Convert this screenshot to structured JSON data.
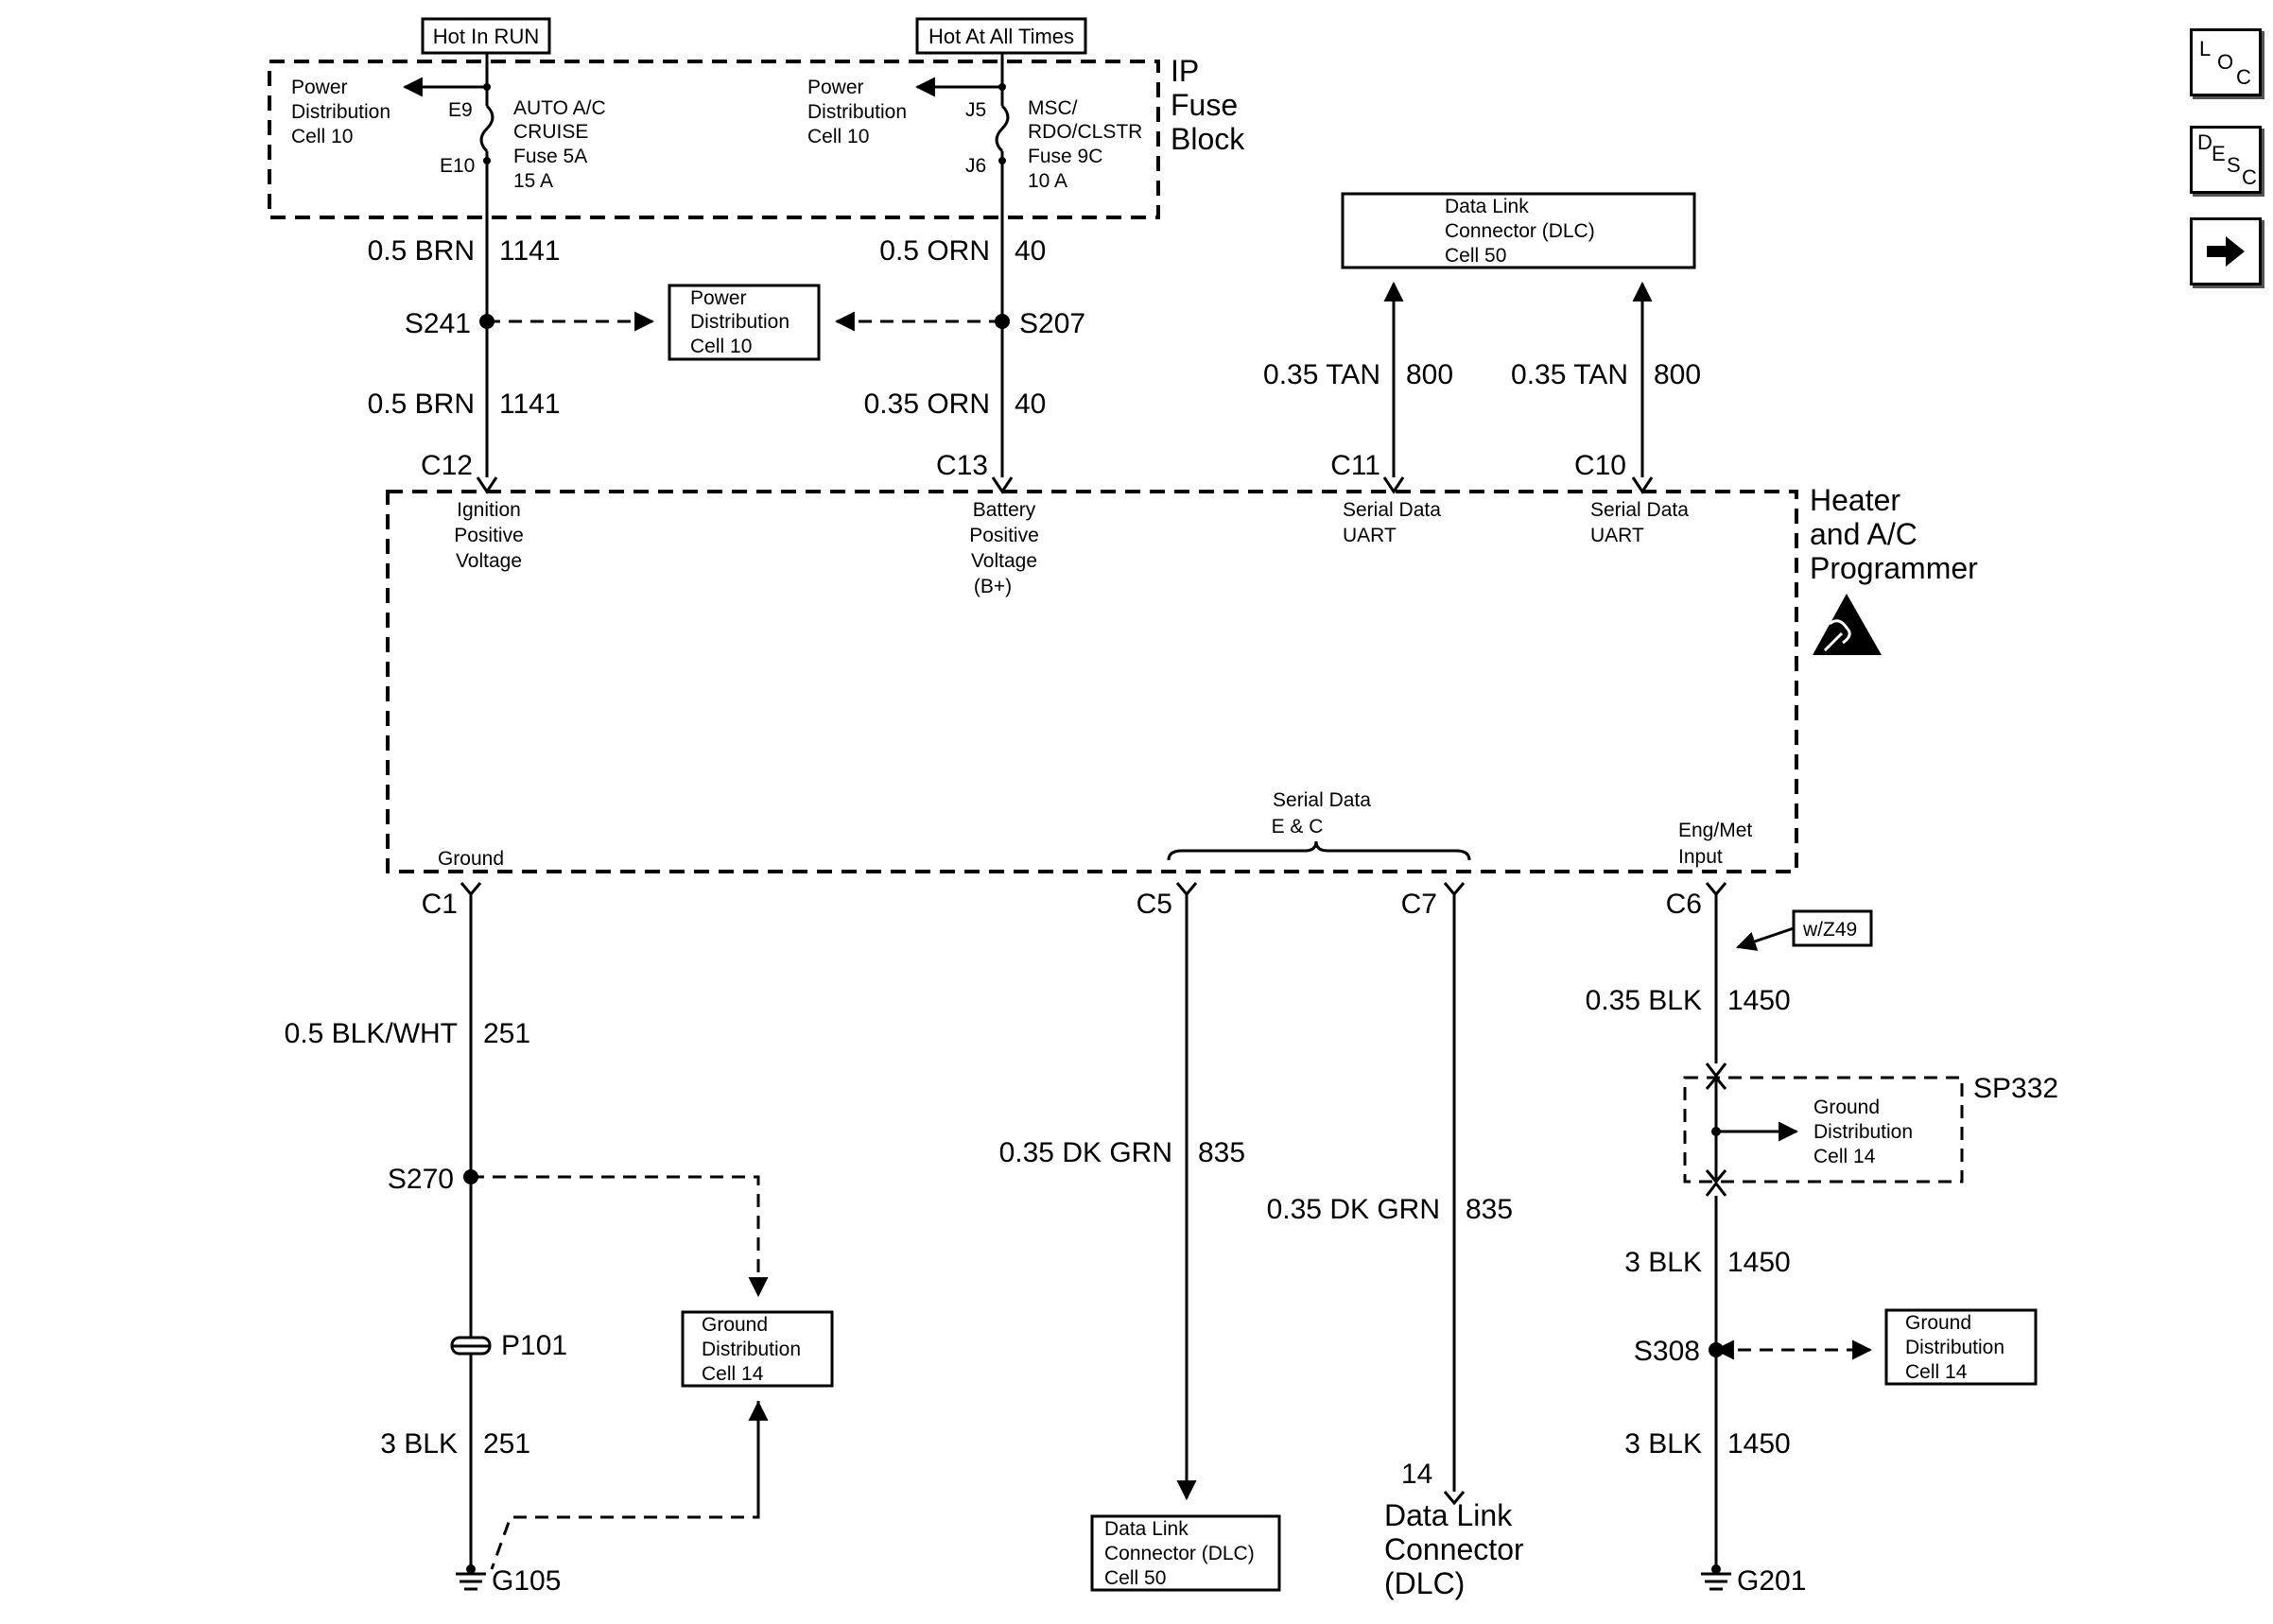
{
  "fuse_block": {
    "hot_in_run": "Hot In RUN",
    "hot_at_all_times": "Hot At All Times",
    "title_l1": "IP",
    "title_l2": "Fuse",
    "title_l3": "Block",
    "left_pd_l1": "Power",
    "left_pd_l2": "Distribution",
    "left_pd_l3": "Cell 10",
    "right_pd_l1": "Power",
    "right_pd_l2": "Distribution",
    "right_pd_l3": "Cell 10",
    "pin_e9": "E9",
    "pin_e10": "E10",
    "pin_j5": "J5",
    "pin_j6": "J6",
    "fuse5_l1": "AUTO A/C",
    "fuse5_l2": "CRUISE",
    "fuse5_l3": "Fuse 5A",
    "fuse5_l4": "15 A",
    "fuse9_l1": "MSC/",
    "fuse9_l2": "RDO/CLSTR",
    "fuse9_l3": "Fuse 9C",
    "fuse9_l4": "10 A"
  },
  "wires": {
    "brn_top_color": "0.5 BRN",
    "brn_top_num": "1141",
    "orn_top_color": "0.5 ORN",
    "orn_top_num": "40",
    "brn_bot_color": "0.5 BRN",
    "brn_bot_num": "1141",
    "orn_bot_color": "0.35 ORN",
    "orn_bot_num": "40",
    "tan1_color": "0.35 TAN",
    "tan1_num": "800",
    "tan2_color": "0.35 TAN",
    "tan2_num": "800",
    "blkwht_color": "0.5 BLK/WHT",
    "blkwht_num": "251",
    "blk251_color": "3 BLK",
    "blk251_num": "251",
    "dkgrn1_color": "0.35 DK GRN",
    "dkgrn1_num": "835",
    "dkgrn2_color": "0.35 DK GRN",
    "dkgrn2_num": "835",
    "blk1450a_color": "0.35 BLK",
    "blk1450a_num": "1450",
    "blk1450b_color": "3 BLK",
    "blk1450b_num": "1450",
    "blk1450c_color": "3 BLK",
    "blk1450c_num": "1450"
  },
  "splices": {
    "s241": "S241",
    "s207": "S207",
    "s270": "S270",
    "s308": "S308",
    "p101": "P101",
    "sp332": "SP332",
    "g105": "G105",
    "g201": "G201"
  },
  "boxes": {
    "pd_mid_l1": "Power",
    "pd_mid_l2": "Distribution",
    "pd_mid_l3": "Cell 10",
    "dlc_top_l1": "Data Link",
    "dlc_top_l2": "Connector (DLC)",
    "dlc_top_l3": "Cell 50",
    "gd_left_l1": "Ground",
    "gd_left_l2": "Distribution",
    "gd_left_l3": "Cell 14",
    "dlc_bot_l1": "Data Link",
    "dlc_bot_l2": "Connector (DLC)",
    "dlc_bot_l3": "Cell 50",
    "gd_right_l1": "Ground",
    "gd_right_l2": "Distribution",
    "gd_right_l3": "Cell 14",
    "gd_sp_l1": "Ground",
    "gd_sp_l2": "Distribution",
    "gd_sp_l3": "Cell 14",
    "wz49": "w/Z49"
  },
  "module": {
    "name_l1": "Heater",
    "name_l2": "and A/C",
    "name_l3": "Programmer",
    "c12": "C12",
    "c13": "C13",
    "c11": "C11",
    "c10": "C10",
    "c1": "C1",
    "c5": "C5",
    "c7": "C7",
    "c6": "C6",
    "ign_l1": "Ignition",
    "ign_l2": "Positive",
    "ign_l3": "Voltage",
    "bat_l1": "Battery",
    "bat_l2": "Positive",
    "bat_l3": "Voltage",
    "bat_l4": "(B+)",
    "uart1_l1": "Serial Data",
    "uart1_l2": "UART",
    "uart2_l1": "Serial Data",
    "uart2_l2": "UART",
    "ground": "Ground",
    "serial_ec_l1": "Serial Data",
    "serial_ec_l2": "E & C",
    "engmet_l1": "Eng/Met",
    "engmet_l2": "Input"
  },
  "dlc": {
    "pin": "14",
    "l1": "Data Link",
    "l2": "Connector",
    "l3": "(DLC)"
  },
  "nav": {
    "loc_l": "L",
    "loc_o": "O",
    "loc_c": "C",
    "desc_d": "D",
    "desc_e": "E",
    "desc_s": "S",
    "desc_c": "C",
    "next_icon": "right-arrow-icon"
  }
}
